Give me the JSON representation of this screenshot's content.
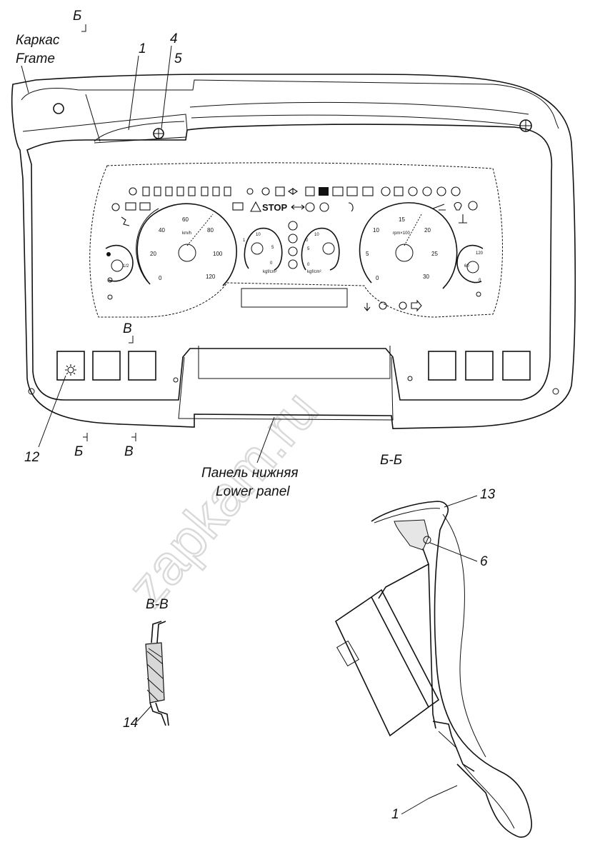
{
  "labels": {
    "frame_ru": "Каркас",
    "frame_en": "Frame",
    "lower_panel_ru": "Панель нижняя",
    "lower_panel_en": "Lower panel",
    "section_bb_top": "Б",
    "section_bb_bottom": "Б",
    "section_vv_mid": "В",
    "section_vv_bottom": "В",
    "section_bb_title": "Б-Б",
    "section_vv_title": "В-В",
    "stop_text": "STOP",
    "watermark": "zapkam.ru"
  },
  "callouts": {
    "c1_top": "1",
    "c4": "4",
    "c5": "5",
    "c12": "12",
    "c13": "13",
    "c6": "6",
    "c14": "14",
    "c1_bottom": "1"
  },
  "gauges": {
    "speedometer": {
      "ticks": [
        "0",
        "20",
        "40",
        "60",
        "80",
        "100",
        "120"
      ],
      "unit": "km/h"
    },
    "tachometer": {
      "ticks": [
        "0",
        "5",
        "10",
        "15",
        "20",
        "25",
        "30"
      ],
      "unit": "rpm×100"
    },
    "fuel": {
      "ticks": [
        "1/2"
      ]
    },
    "temperature": {
      "ticks": [
        "120",
        "60",
        "0"
      ]
    },
    "small_left": {
      "ticks": [
        "1",
        "10",
        "5",
        "0"
      ],
      "unit": "kgf/cm²"
    },
    "small_right": {
      "ticks": [
        "0",
        "10",
        "5",
        "0"
      ],
      "unit": "kgf/cm²"
    }
  },
  "icons": {
    "switch_left": "sun-icon"
  }
}
